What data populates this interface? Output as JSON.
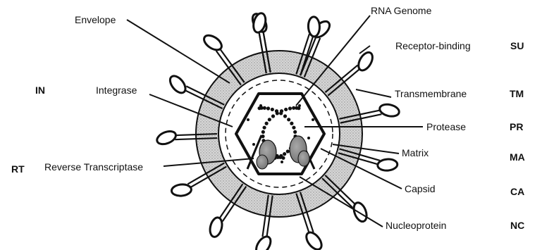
{
  "labels": {
    "envelope": "Envelope",
    "rna_genome": "RNA Genome",
    "receptor_binding": "Receptor-binding",
    "integrase": "Integrase",
    "transmembrane": "Transmembrane",
    "protease": "Protease",
    "matrix": "Matrix",
    "reverse_transcriptase": "Reverse Transcriptase",
    "capsid": "Capsid",
    "nucleoprotein": "Nucleoprotein"
  },
  "abbreviations": {
    "su": "SU",
    "tm": "TM",
    "pr": "PR",
    "ma": "MA",
    "ca": "CA",
    "nc": "NC",
    "in": "IN",
    "rt": "RT"
  },
  "colors": {
    "ink": "#111111",
    "envelope_fill": "#c9c9c9",
    "enzyme_fill": "#8c8c8c",
    "background": "#ffffff"
  }
}
